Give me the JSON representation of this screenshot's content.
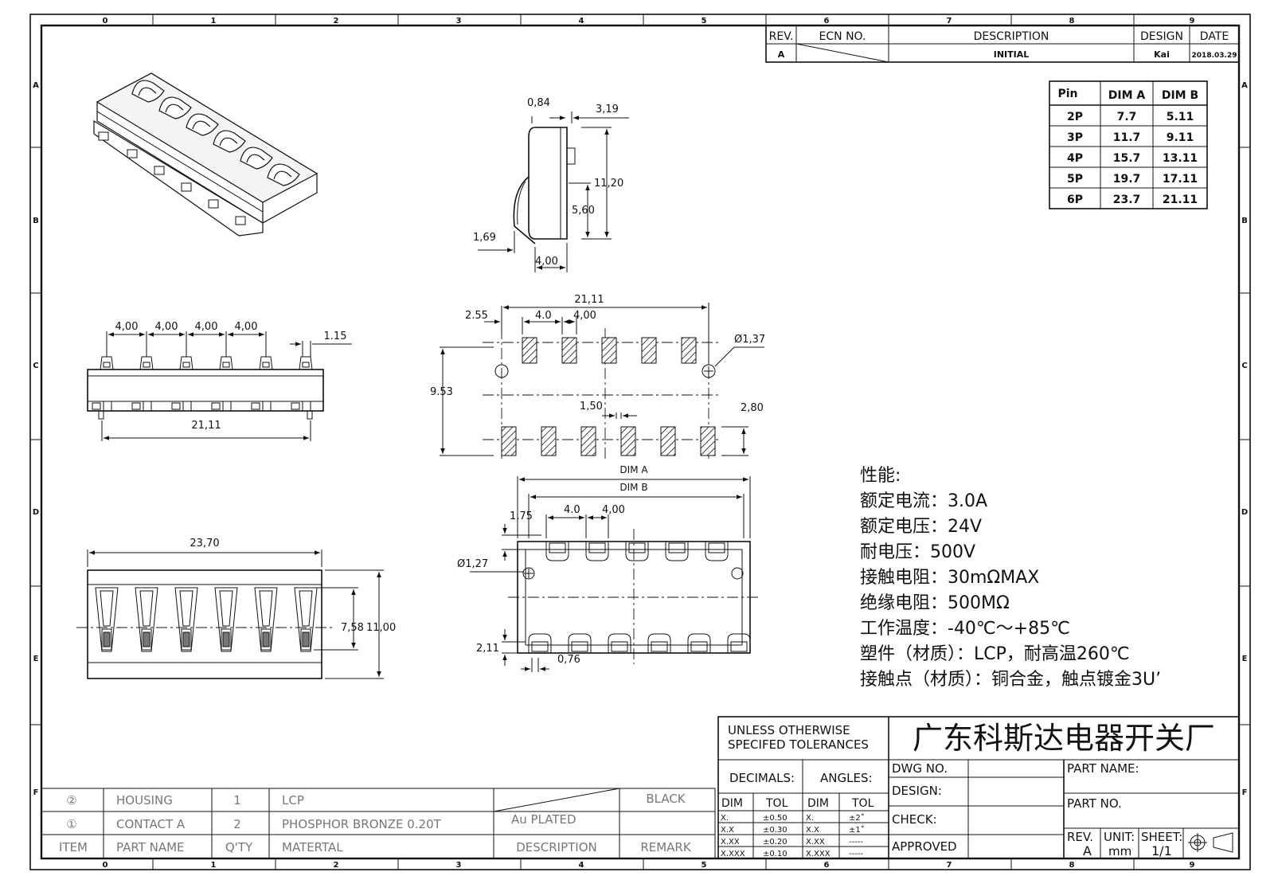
{
  "grid": {
    "top_cols": [
      "0",
      "1",
      "2",
      "3",
      "4",
      "5",
      "6",
      "7",
      "8",
      "9"
    ],
    "bottom_cols": [
      "0",
      "1",
      "2",
      "3",
      "4",
      "5",
      "6",
      "7",
      "8",
      "9"
    ],
    "rows": [
      "A",
      "B",
      "C",
      "D",
      "E",
      "F"
    ]
  },
  "revision_block": {
    "headers": [
      "REV.",
      "ECN NO.",
      "DESCRIPTION",
      "DESIGN",
      "DATE"
    ],
    "row": [
      "A",
      "",
      "INITIAL",
      "Kai",
      "2018.03.29"
    ]
  },
  "pin_table": {
    "headers": [
      "Pin",
      "DIM A",
      "DIM B"
    ],
    "rows": [
      [
        "2P",
        "7.7",
        "5.11"
      ],
      [
        "3P",
        "11.7",
        "9.11"
      ],
      [
        "4P",
        "15.7",
        "13.11"
      ],
      [
        "5P",
        "19.7",
        "17.11"
      ],
      [
        "6P",
        "23.7",
        "21.11"
      ]
    ]
  },
  "dims": {
    "side": [
      "0,84",
      "3,19",
      "11,20",
      "5,60",
      "1,69",
      "4,00"
    ],
    "front_pitch": [
      "4,00",
      "4,00",
      "4,00",
      "4,00"
    ],
    "front_115": "1.15",
    "front_width": "21,11",
    "pcb_width": "21,11",
    "pcb_255": "2.55",
    "pcb_40": "4.0",
    "pcb_400": "4,00",
    "pcb_hole": "Ø1,37",
    "pcb_953": "9.53",
    "pcb_150": "1,50",
    "pcb_280": "2,80",
    "top_width": "23,70",
    "top_758": "7,58",
    "top_1100": "11,00",
    "bot_dima": "DIM A",
    "bot_dimb": "DIM B",
    "bot_175": "1,75",
    "bot_40": "4.0",
    "bot_400": "4,00",
    "bot_hole": "Ø1,27",
    "bot_211": "2,11",
    "bot_076": "0,76"
  },
  "specs": [
    "性能:",
    "额定电流：3.0A",
    "额定电压：24V",
    "耐电压：500V",
    "接触电阻：30mΩMAX",
    "绝缘电阻：500MΩ",
    "工作温度：-40℃～+85℃",
    "塑件（材质）：LCP，耐高温260℃",
    "接触点（材质）：铜合金，触点镀金3U’"
  ],
  "bom": {
    "rows": [
      [
        "②",
        "HOUSING",
        "1",
        "LCP",
        "",
        "BLACK"
      ],
      [
        "①",
        "CONTACT A",
        "2",
        "PHOSPHOR BRONZE 0.20T",
        "Au PLATED",
        ""
      ]
    ],
    "header": [
      "ITEM",
      "PART NAME",
      "Q'TY",
      "MATERTAL",
      "DESCRIPTION",
      "REMARK"
    ]
  },
  "title_block": {
    "tol_line1": "UNLESS OTHERWISE",
    "tol_line2": "SPECIFED TOLERANCES",
    "company": "广东科斯达电器开关厂",
    "decimals": "DECIMALS:",
    "angles": "ANGLES:",
    "dim": "DIM",
    "tol": "TOL",
    "dec_rows": [
      [
        "X.",
        "±0.50"
      ],
      [
        "X.X",
        "±0.30"
      ],
      [
        "X.XX",
        "±0.20"
      ],
      [
        "X.XXX",
        "±0.10"
      ]
    ],
    "ang_rows": [
      [
        "X.",
        "±2˚"
      ],
      [
        "X.X",
        "±1˚"
      ],
      [
        "X.XX",
        "-----"
      ],
      [
        "X.XXX",
        "-----"
      ]
    ],
    "dwg_no": "DWG NO.",
    "design": "DESIGN:",
    "check": "CHECK:",
    "approved": "APPROVED",
    "part_name": "PART NAME:",
    "part_no": "PART NO.",
    "rev_label": "REV.",
    "rev_value": "A",
    "unit_label": "UNIT:",
    "unit_value": "mm",
    "sheet_label": "SHEET:",
    "sheet_value": "1/1"
  }
}
